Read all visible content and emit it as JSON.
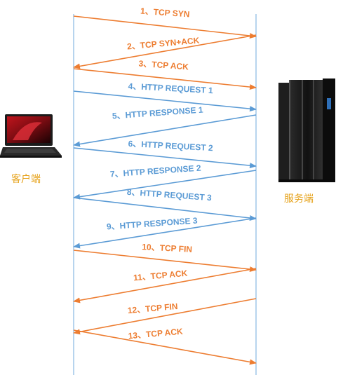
{
  "colors": {
    "tcp": "#ED7D31",
    "http": "#5B9BD5",
    "lifeline": "#6FA8DC",
    "label_gold": "#E6A21A"
  },
  "client": {
    "label": "客户端",
    "icon": "laptop-icon"
  },
  "server": {
    "label": "服务端",
    "icon": "server-rack-icon"
  },
  "messages": [
    {
      "label": "1、TCP SYN",
      "kind": "tcp",
      "direction": "client-to-server"
    },
    {
      "label": "2、TCP SYN+ACK",
      "kind": "tcp",
      "direction": "server-to-client"
    },
    {
      "label": "3、TCP ACK",
      "kind": "tcp",
      "direction": "client-to-server"
    },
    {
      "label": "4、HTTP REQUEST 1",
      "kind": "http",
      "direction": "client-to-server"
    },
    {
      "label": "5、HTTP RESPONSE 1",
      "kind": "http",
      "direction": "server-to-client"
    },
    {
      "label": "6、HTTP REQUEST 2",
      "kind": "http",
      "direction": "client-to-server"
    },
    {
      "label": "7、HTTP RESPONSE 2",
      "kind": "http",
      "direction": "server-to-client"
    },
    {
      "label": "8、HTTP REQUEST 3",
      "kind": "http",
      "direction": "client-to-server"
    },
    {
      "label": "9、HTTP RESPONSE 3",
      "kind": "http",
      "direction": "server-to-client"
    },
    {
      "label": "10、TCP FIN",
      "kind": "tcp",
      "direction": "client-to-server"
    },
    {
      "label": "11、TCP ACK",
      "kind": "tcp",
      "direction": "server-to-client"
    },
    {
      "label": "12、TCP FIN",
      "kind": "tcp",
      "direction": "server-to-client"
    },
    {
      "label": "13、TCP ACK",
      "kind": "tcp",
      "direction": "client-to-server"
    }
  ]
}
